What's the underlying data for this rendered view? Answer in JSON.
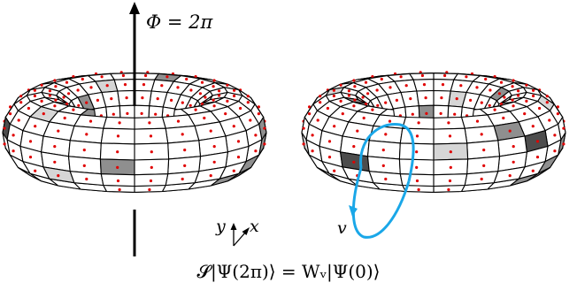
{
  "labels": {
    "flux": "Φ = 2π",
    "axis_y": "y",
    "axis_x": "x",
    "loop": "v",
    "equation": "𝓢|Ψ(2π)⟩ = Wᵥ|Ψ(0)⟩"
  },
  "torus": {
    "rings_around_tube": 16,
    "segments_around_hole": 24
  },
  "colors": {
    "tile_white": "#ffffff",
    "tile_light_gray": "#d6d6d6",
    "tile_mid_gray": "#8f8f8f",
    "tile_dark_gray": "#4d4d4d",
    "tile_black": "#1f1f1f",
    "edge": "#000000",
    "dot": "#e00000",
    "loop": "#1aa7e8",
    "axis": "#000000"
  }
}
